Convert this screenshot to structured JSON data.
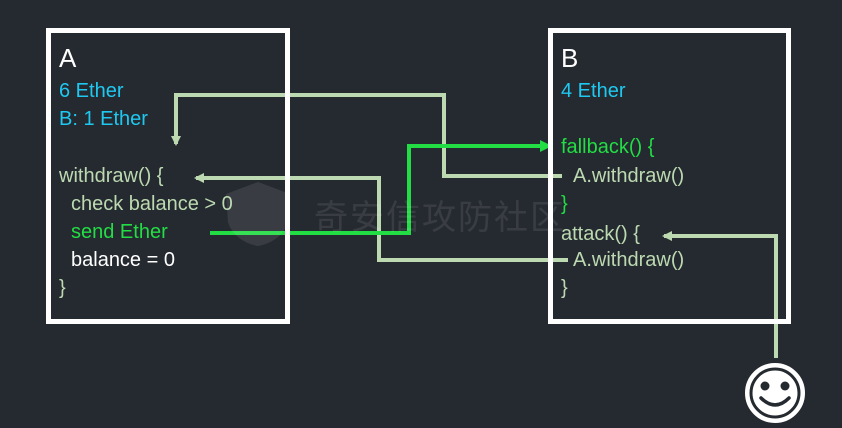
{
  "contract_a": {
    "title": "A",
    "balance": "6 Ether",
    "b_balance": "B: 1 Ether",
    "code": [
      "withdraw() {",
      "check balance > 0",
      "send  Ether",
      "balance = 0",
      "}"
    ]
  },
  "contract_b": {
    "title": "B",
    "balance": "4 Ether",
    "code": [
      "fallback() {",
      "A.withdraw()",
      "}",
      "attack() {",
      "A.withdraw()",
      "}"
    ]
  },
  "watermark": {
    "text": "奇安信攻防社区"
  },
  "colors": {
    "background": "#252a30",
    "box_border": "#ffffff",
    "balance_text": "#1fc8f0",
    "send_flow": "#22dd44",
    "call_flow": "#bcd9b1",
    "plain_text": "#ffffff"
  },
  "icons": {
    "attacker": "smiley-face-icon"
  }
}
